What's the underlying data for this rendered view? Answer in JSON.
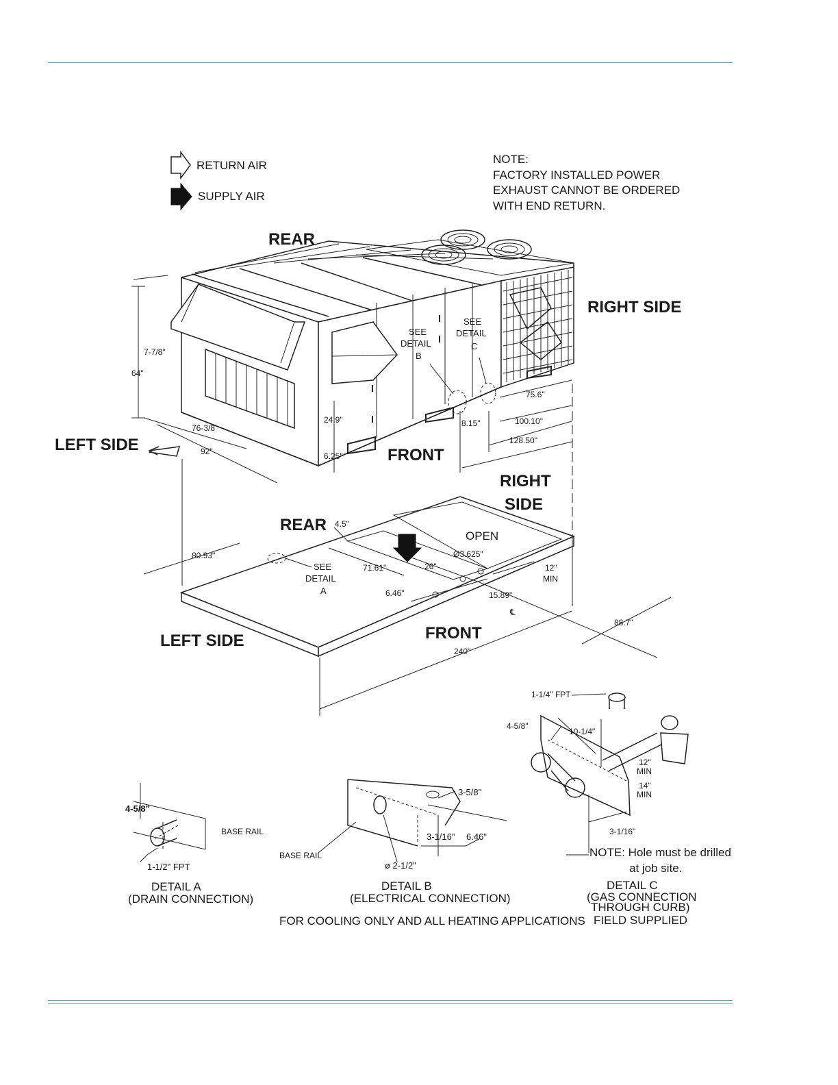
{
  "legend": {
    "return_air": "RETURN AIR",
    "supply_air": "SUPPLY AIR"
  },
  "note": {
    "title": "NOTE:",
    "line1": "FACTORY INSTALLED POWER",
    "line2": "EXHAUST CANNOT BE ORDERED",
    "line3": "WITH END RETURN."
  },
  "unit_view": {
    "rear": "REAR",
    "front": "FRONT",
    "left_side": "LEFT SIDE",
    "right_side": "RIGHT SIDE",
    "see_detail_b": [
      "SEE",
      "DETAIL",
      "B"
    ],
    "see_detail_c": [
      "SEE",
      "DETAIL",
      "C"
    ],
    "dims": {
      "height_small": "7-7/8\"",
      "height": "64\"",
      "d_76": "76-3/8",
      "d_92": "92\"",
      "d_24": "24.9\"",
      "d_6": "6.25\"",
      "d_8": "8.15\"",
      "d_75": "75.6\"",
      "d_100": "100.10\"",
      "d_128": "128.50\""
    }
  },
  "curb_view": {
    "rear": "REAR",
    "front": "FRONT",
    "left_side": "LEFT SIDE",
    "right_side_1": "RIGHT",
    "right_side_2": "SIDE",
    "open": "OPEN",
    "see_detail_a": [
      "SEE",
      "DETAIL",
      "A"
    ],
    "dims": {
      "d_4_5": "4.5\"",
      "d_80": "80.93\"",
      "d_71": "71.61\"",
      "d_26": "26\"",
      "d_3625": "Ø3.625\"",
      "d_6_46": "6.46\"",
      "d_15": "15.89\"",
      "d_12_1": "12\"",
      "d_12_2": "MIN",
      "cl": "℄",
      "d_88": "88.7\"",
      "d_240": "240\""
    }
  },
  "detail_a": {
    "dim": "4-5/8\"",
    "base_rail": "BASE RAIL",
    "fpt": "1-1/2\" FPT",
    "title": "DETAIL A",
    "subtitle": "(DRAIN CONNECTION)"
  },
  "detail_b": {
    "dim_358": "3-5/8\"",
    "dim_3116": "3-1/16\"",
    "dim_646": "6.46\"",
    "base_rail": "BASE RAIL",
    "dia": "ø 2-1/2\"",
    "title": "DETAIL B",
    "subtitle": "(ELECTRICAL CONNECTION)"
  },
  "detail_c": {
    "fpt": "1-1/4\" FPT",
    "dim_458": "4-5/8\"",
    "dim_1014": "10-1/4\"",
    "dim_12": "12\"",
    "min1": "MIN",
    "dim_14": "14\"",
    "min2": "MIN",
    "dim_3116": "3-1/16\"",
    "note1": "NOTE:  Hole must be drilled",
    "note2": "at job site.",
    "title": "DETAIL C",
    "subtitle1": "(GAS CONNECTION",
    "subtitle2": "THROUGH CURB)",
    "subtitle3": "FIELD SUPPLIED"
  },
  "footer_caption": "FOR COOLING ONLY AND ALL HEATING APPLICATIONS"
}
